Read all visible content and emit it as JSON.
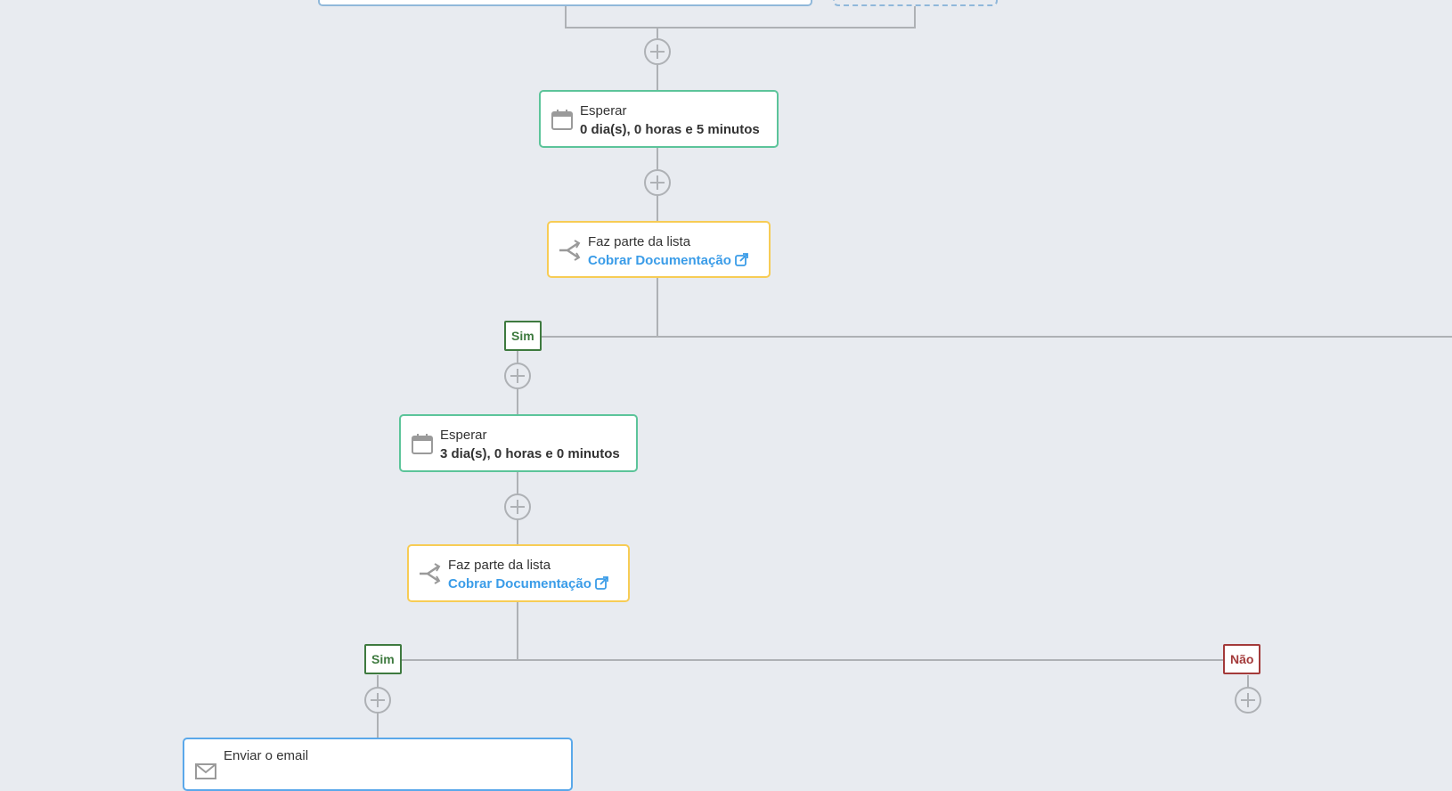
{
  "colors": {
    "background": "#e8ebf0",
    "connector": "#aeb1b5",
    "wait_border": "#5cc49a",
    "condition_border": "#f7cc55",
    "email_border": "#5aa8ea",
    "link": "#3a9ce8",
    "yes_tag": "#3e7a3f",
    "no_tag": "#a33a3a"
  },
  "nodes": {
    "wait1": {
      "icon": "calendar-icon",
      "title": "Esperar",
      "value": "0 dia(s), 0 horas e 5 minutos"
    },
    "cond1": {
      "icon": "split-branch-icon",
      "title": "Faz parte da lista",
      "link": "Cobrar Documentação",
      "link_icon": "external-link-icon"
    },
    "wait2": {
      "icon": "calendar-icon",
      "title": "Esperar",
      "value": "3 dia(s), 0 horas e 0 minutos"
    },
    "cond2": {
      "icon": "split-branch-icon",
      "title": "Faz parte da lista",
      "link": "Cobrar Documentação",
      "link_icon": "external-link-icon"
    },
    "email1": {
      "icon": "email-icon",
      "title": "Enviar o email"
    }
  },
  "branches": {
    "yes1": "Sim",
    "yes2": "Sim",
    "no2": "Não"
  },
  "add_step_icon": "plus-circle-icon"
}
